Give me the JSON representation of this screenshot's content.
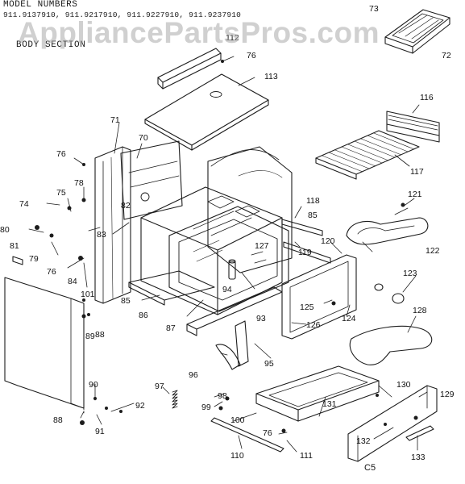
{
  "header": {
    "title": "MODEL NUMBERS",
    "models": "911.9137910, 911.9217910, 911.9227910, 911.9237910",
    "section": "BODY SECTION"
  },
  "watermark": "AppliancePartsPros.com",
  "diagram_code": "C5",
  "labels": {
    "p71": "71",
    "p70": "70",
    "p72": "72",
    "p73": "73",
    "p74": "74",
    "p75": "75",
    "p76a": "76",
    "p76b": "76",
    "p76c": "76",
    "p76d": "76",
    "p78": "78",
    "p79": "79",
    "p80": "80",
    "p81": "81",
    "p82": "82",
    "p83": "83",
    "p84": "84",
    "p85a": "85",
    "p85b": "85",
    "p86": "86",
    "p87": "87",
    "p88a": "88",
    "p88b": "88",
    "p89": "89",
    "p90": "90",
    "p91": "91",
    "p92": "92",
    "p93": "93",
    "p94": "94",
    "p95": "95",
    "p96": "96",
    "p97": "97",
    "p98": "98",
    "p99": "99",
    "p100": "100",
    "p101": "101",
    "p110": "110",
    "p111": "111",
    "p112": "112",
    "p113": "113",
    "p116": "116",
    "p117": "117",
    "p118": "118",
    "p119": "119",
    "p120": "120",
    "p121": "121",
    "p122": "122",
    "p123": "123",
    "p124": "124",
    "p125": "125",
    "p126": "126",
    "p127": "127",
    "p128": "128",
    "p129": "129",
    "p130": "130",
    "p131": "131",
    "p132": "132",
    "p133": "133"
  }
}
